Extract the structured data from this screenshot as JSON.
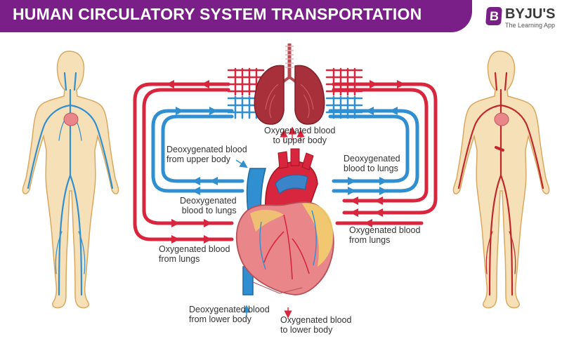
{
  "title": "HUMAN CIRCULATORY SYSTEM TRANSPORTATION",
  "brand": {
    "mark": "B",
    "name": "BYJU'S",
    "tagline": "The Learning App"
  },
  "labels": {
    "upper_body_oxygenated": [
      "Oxygenated blood",
      "to upper body"
    ],
    "deoxy_from_upper": [
      "Deoxygenated blood",
      "from upper body"
    ],
    "deoxy_to_lungs_right": [
      "Deoxygenated",
      "blood to lungs"
    ],
    "deoxy_to_lungs_left": [
      "Deoxygenated",
      "blood to lungs"
    ],
    "oxy_from_lungs_right": [
      "Oxygenated blood",
      "from lungs"
    ],
    "oxy_from_lungs_left": [
      "Oxygenated blood",
      "from lungs"
    ],
    "deoxy_from_lower": [
      "Deoxygenated blood",
      "from lower body"
    ],
    "oxy_to_lower": [
      "Oxygenated blood",
      "to lower body"
    ]
  },
  "colors": {
    "title_bg": "#7a1f87",
    "oxygenated": "#d7263d",
    "deoxygenated": "#2f8fd1",
    "body_fill": "#f6e0b8",
    "body_outline": "#d9a85f",
    "lung": "#a8303a",
    "heart": "#e8868a",
    "fat": "#f2d36b"
  }
}
